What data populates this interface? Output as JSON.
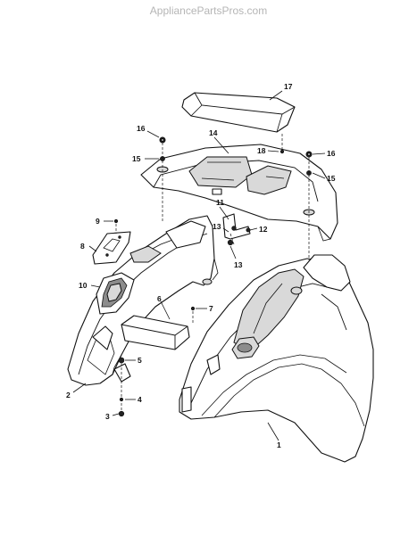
{
  "watermark": "AppliancePartsPros.com",
  "callouts": [
    {
      "id": "c1",
      "label": "1"
    },
    {
      "id": "c2",
      "label": "2"
    },
    {
      "id": "c3",
      "label": "3"
    },
    {
      "id": "c4",
      "label": "4"
    },
    {
      "id": "c5",
      "label": "5"
    },
    {
      "id": "c6",
      "label": "6"
    },
    {
      "id": "c7",
      "label": "7"
    },
    {
      "id": "c8",
      "label": "8"
    },
    {
      "id": "c9",
      "label": "9"
    },
    {
      "id": "c10",
      "label": "10"
    },
    {
      "id": "c11",
      "label": "11"
    },
    {
      "id": "c12",
      "label": "12"
    },
    {
      "id": "c13a",
      "label": "13"
    },
    {
      "id": "c13b",
      "label": "13"
    },
    {
      "id": "c14",
      "label": "14"
    },
    {
      "id": "c15a",
      "label": "15"
    },
    {
      "id": "c15b",
      "label": "15"
    },
    {
      "id": "c16a",
      "label": "16"
    },
    {
      "id": "c16b",
      "label": "16"
    },
    {
      "id": "c17",
      "label": "17"
    },
    {
      "id": "c18",
      "label": "18"
    }
  ]
}
